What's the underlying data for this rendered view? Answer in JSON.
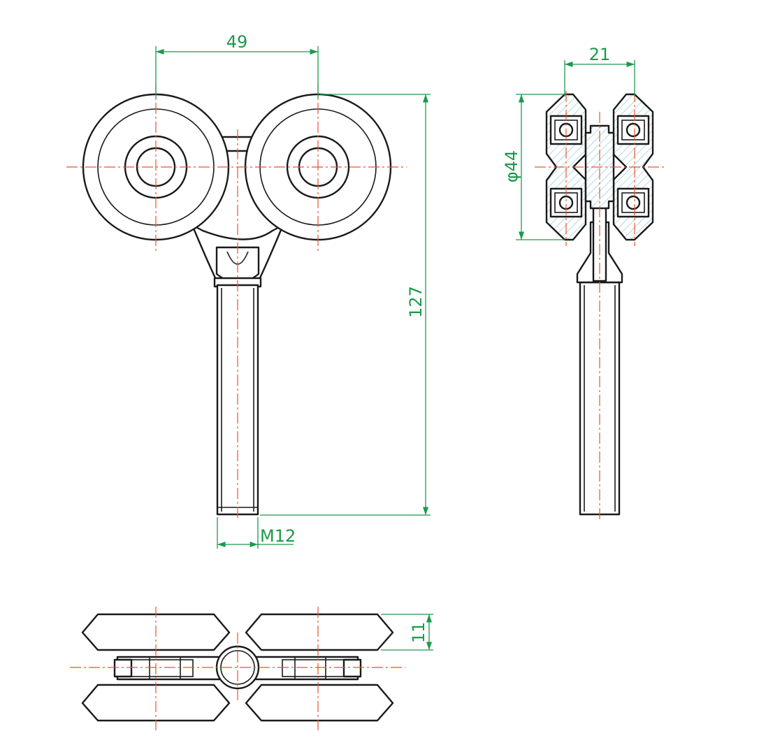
{
  "dimensions": {
    "wheel_spacing": "49",
    "side_width": "21",
    "wheel_diameter": "φ44",
    "total_height": "127",
    "thread": "M12",
    "wheel_thickness": "11"
  },
  "colors": {
    "outline": "#1a1a1a",
    "centerline": "#e8552a",
    "dimension": "#1a9a4a",
    "hatch": "#7fbfd9"
  }
}
